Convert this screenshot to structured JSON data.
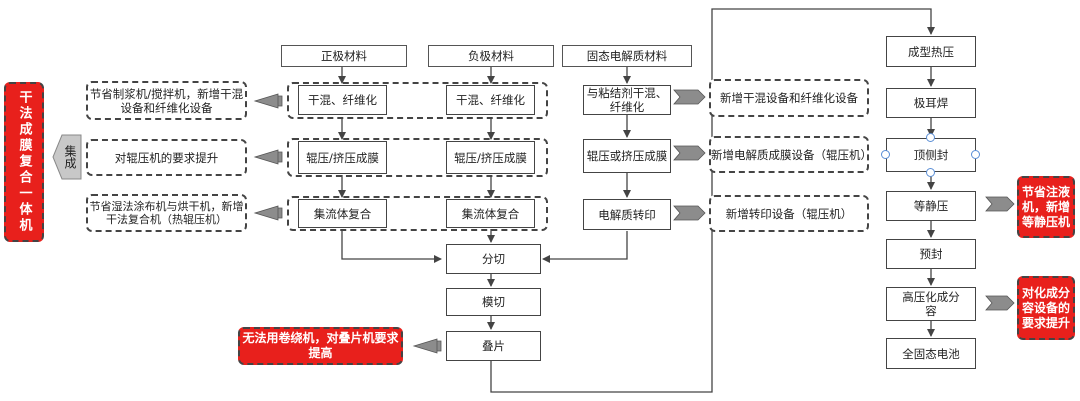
{
  "materials": {
    "positive": "正极材料",
    "negative": "负极材料",
    "electrolyte": "固态电解质材料"
  },
  "positive_steps": [
    "干混、纤维化",
    "辊压/挤压成膜",
    "集流体复合"
  ],
  "negative_steps": [
    "干混、纤维化",
    "辊压/挤压成膜",
    "集流体复合"
  ],
  "electrolyte_steps": [
    "与粘结剂干混、纤维化",
    "辊压或挤压成膜",
    "电解质转印"
  ],
  "left_notes": [
    "节省制浆机/搅拌机，新增干混设备和纤维化设备",
    "对辊压机的要求提升",
    "节省湿法涂布机与烘干机，新增干法复合机（热辊压机）"
  ],
  "right_notes": [
    "新增干混设备和纤维化设备",
    "新增电解质成膜设备（辊压机）",
    "新增转印设备（辊压机）"
  ],
  "left_label": "干法成膜复合一体机",
  "integrate_label": "集成",
  "middle_steps": [
    "分切",
    "模切",
    "叠片"
  ],
  "stack_note": "无法用卷绕机，对叠片机要求提高",
  "right_steps": [
    "成型热压",
    "极耳焊",
    "顶侧封",
    "等静压",
    "预封",
    "高压化成分容",
    "全固态电池"
  ],
  "isostatic_note": "节省注液机，新增等静压机",
  "formation_note": "对化成分容设备的要求提升"
}
